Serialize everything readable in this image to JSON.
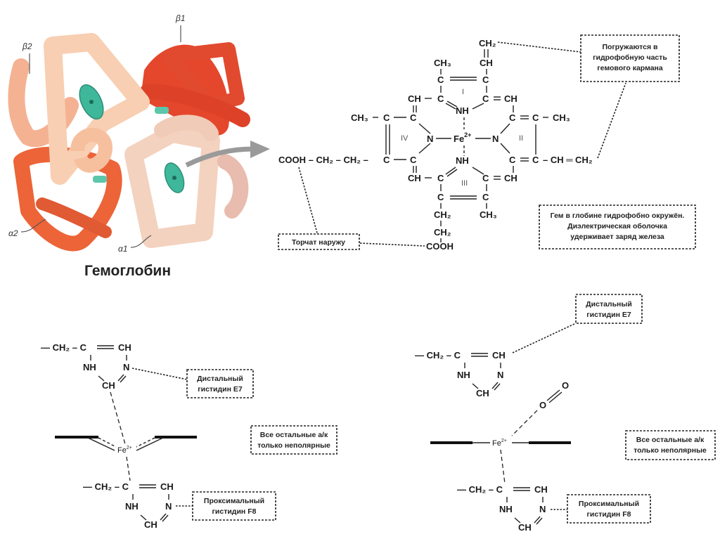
{
  "protein": {
    "title": "Гемоглобин",
    "subunits": [
      "β1",
      "β2",
      "α1",
      "α2"
    ],
    "colors": {
      "alpha_chain": "#f6c9a8",
      "beta_chain_dark": "#e4472c",
      "beta_chain_mid": "#ee6a3e",
      "heme_disc": "#3fb79a"
    }
  },
  "heme": {
    "groups": {
      "vinyl_top_ch2": "CH₂",
      "vinyl_top_ch": "CH",
      "ch3": "CH₃",
      "c": "C",
      "ch": "CH",
      "nh": "NH",
      "n": "N",
      "fe": "Fe",
      "fe_charge": "2+",
      "cooh": "COOH",
      "ch2": "CH₂",
      "left_chain": "COOH – CH₂ – CH₂ –",
      "right_chain": "– CH ═ CH₂",
      "ring_labels": [
        "I",
        "II",
        "III",
        "IV"
      ]
    }
  },
  "notes": {
    "hydrophobic": [
      "Погружаются в",
      "гидрофобную часть",
      "гемового кармана"
    ],
    "outside": "Торчат наружу",
    "dielectric": [
      "Гем в глобине гидрофобно окружён.",
      "Диэлектрическая оболочка",
      "удерживает заряд железа"
    ],
    "distal_left": [
      "Дистальный",
      "гистидин E7"
    ],
    "distal_right": [
      "Дистальный",
      "гистидин E7"
    ],
    "nonpolar_left": [
      "Все остальные а/к",
      "только неполярные"
    ],
    "nonpolar_right": [
      "Все остальные а/к",
      "только неполярные"
    ],
    "proximal_left": [
      "Проксимальный",
      "гистидин F8"
    ],
    "proximal_right": [
      "Проксимальный",
      "гистидин F8"
    ]
  },
  "histidine": {
    "ch2": "— CH₂ – C",
    "ch": "CH",
    "nh": "NH",
    "n": "N",
    "ch_bottom": "CH"
  },
  "oxygen": {
    "o": "O"
  },
  "iron_small": {
    "fe": "Fe",
    "charge": "2+"
  }
}
